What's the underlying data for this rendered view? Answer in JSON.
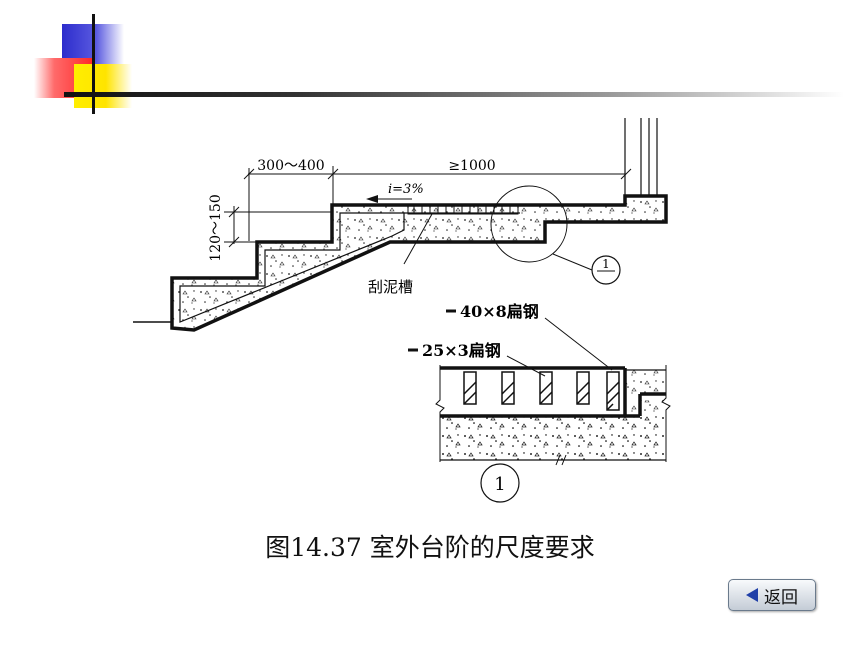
{
  "diagram": {
    "dim_tread": "300～400",
    "dim_landing": "≥1000",
    "dim_riser": "120～150",
    "slope": "i=3%",
    "label_groove": "刮泥槽",
    "detail_ref": "1",
    "label_flat_steel_40": "40×8扁钢",
    "label_flat_steel_25": "25×3扁钢",
    "detail_number": "1"
  },
  "caption": "图14.37  室外台阶的尺度要求",
  "back_button": {
    "label": "返回"
  },
  "colors": {
    "blue": "#2c2ccc",
    "red": "#ff2a2a",
    "yellow": "#ffee00",
    "button_arrow": "#1f3fa8"
  }
}
